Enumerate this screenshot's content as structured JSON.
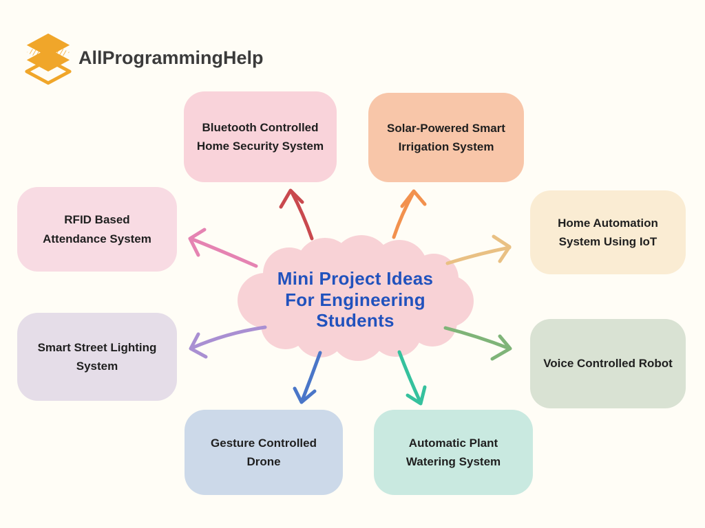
{
  "page": {
    "background_color": "#fffdf6"
  },
  "header": {
    "logo_text": "AllProgrammingHelp",
    "logo_color": "#f0a62a",
    "logo_text_color": "#3b3b3b"
  },
  "center": {
    "title": "Mini Project Ideas For Engineering Students",
    "lines": [
      "Mini Project Ideas",
      "For Engineering",
      "Students"
    ],
    "cloud_color": "#f8d2d6",
    "text_color": "#2152bd"
  },
  "nodes": [
    {
      "id": "bluetooth-home-security",
      "lines": [
        "Bluetooth Controlled",
        "Home Security System"
      ],
      "label": "Bluetooth Controlled Home Security System",
      "bg": "#f9d3da",
      "arrow_color": "#c9494e"
    },
    {
      "id": "solar-smart-irrigation",
      "lines": [
        "Solar-Powered Smart",
        "Irrigation System"
      ],
      "label": "Solar-Powered Smart Irrigation System",
      "bg": "#f8c6a9",
      "arrow_color": "#f2914e"
    },
    {
      "id": "home-automation-iot",
      "lines": [
        "Home Automation",
        "System Using IoT"
      ],
      "label": "Home Automation System Using IoT",
      "bg": "#faecd3",
      "arrow_color": "#e9c083"
    },
    {
      "id": "voice-controlled-robot",
      "lines": [
        "Voice Controlled Robot"
      ],
      "label": "Voice Controlled Robot",
      "bg": "#d9e2d3",
      "arrow_color": "#7fb478"
    },
    {
      "id": "automatic-plant-watering",
      "lines": [
        "Automatic Plant",
        "Watering System"
      ],
      "label": "Automatic Plant Watering System",
      "bg": "#c9e9e0",
      "arrow_color": "#35c19d"
    },
    {
      "id": "gesture-controlled-drone",
      "lines": [
        "Gesture Controlled",
        "Drone"
      ],
      "label": "Gesture Controlled Drone",
      "bg": "#ccd9e9",
      "arrow_color": "#4a76c8"
    },
    {
      "id": "smart-street-lighting",
      "lines": [
        "Smart Street Lighting",
        "System"
      ],
      "label": "Smart Street Lighting System",
      "bg": "#e5dde8",
      "arrow_color": "#a98fd2"
    },
    {
      "id": "rfid-attendance",
      "lines": [
        "RFID Based",
        "Attendance System"
      ],
      "label": "RFID Based Attendance System",
      "bg": "#f8dbe3",
      "arrow_color": "#e583b2"
    }
  ]
}
